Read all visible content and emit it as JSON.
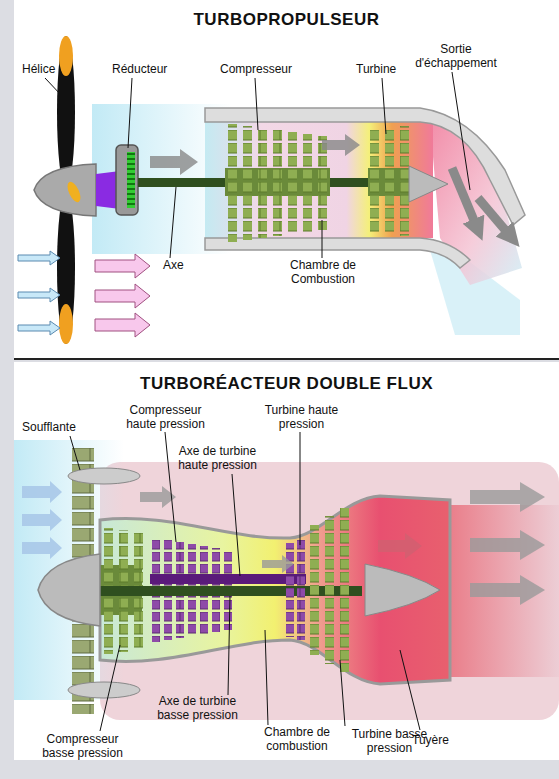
{
  "diagram": {
    "nodes": [
      {
        "text": [
          "TURBOPROPULSEUR"
        ]
      },
      {
        "text": [
          "TURBORÉACTEUR DOUBLE FLUX"
        ]
      }
    ],
    "labels": [
      "Hélice",
      "Réducteur",
      "Compresseur",
      "Turbine",
      "Sortie d'échappement",
      "Axe",
      "Chambre de Combustion",
      "Soufflante",
      "Compresseur haute pression",
      "Turbine haute pression",
      "Axe de turbine haute pression",
      "Axe de turbine basse pression",
      "Chambre de combustion",
      "Compresseur basse pression",
      "Turbine basse pression",
      "Tuyère"
    ]
  }
}
